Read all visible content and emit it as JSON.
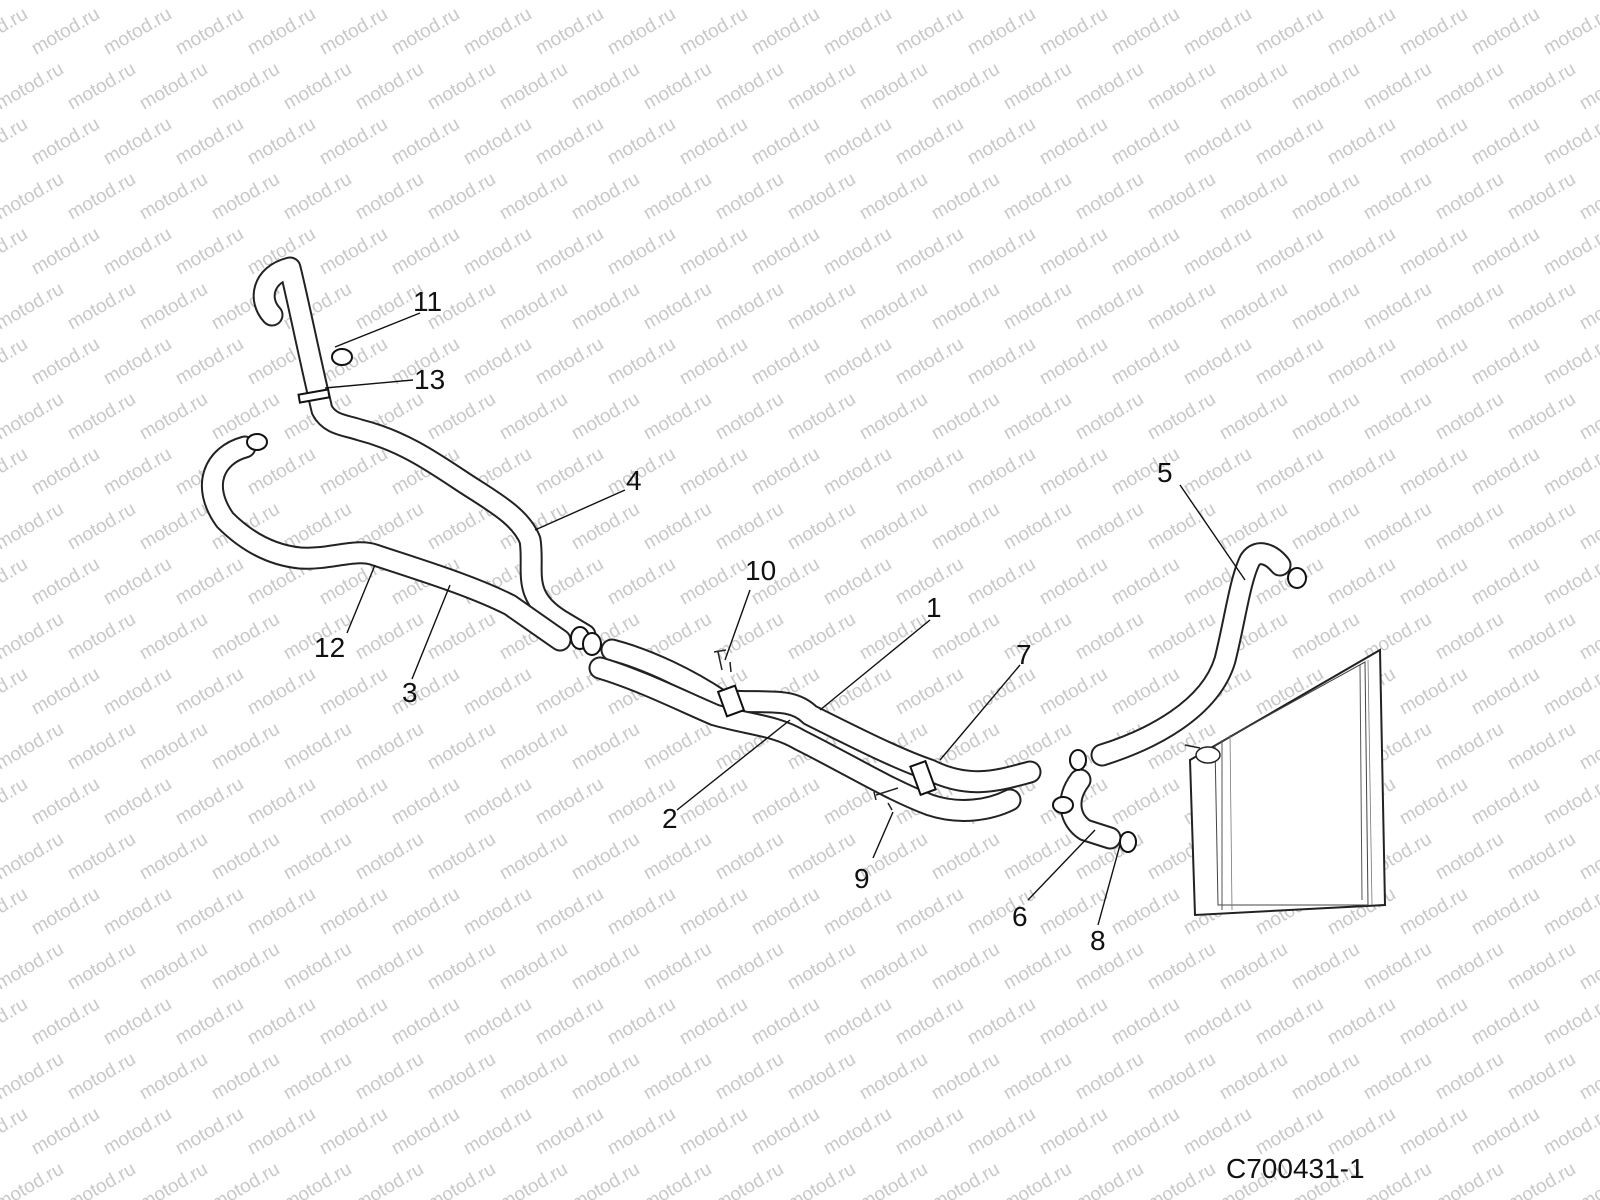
{
  "watermark": {
    "text": "motod.ru"
  },
  "drawing_code": "C700431-1",
  "callouts": [
    {
      "id": "1",
      "label": "1"
    },
    {
      "id": "2",
      "label": "2"
    },
    {
      "id": "3",
      "label": "3"
    },
    {
      "id": "4",
      "label": "4"
    },
    {
      "id": "5",
      "label": "5"
    },
    {
      "id": "6",
      "label": "6"
    },
    {
      "id": "7",
      "label": "7"
    },
    {
      "id": "8",
      "label": "8"
    },
    {
      "id": "9",
      "label": "9"
    },
    {
      "id": "10",
      "label": "10"
    },
    {
      "id": "11",
      "label": "11"
    },
    {
      "id": "12",
      "label": "12"
    },
    {
      "id": "13",
      "label": "13"
    }
  ]
}
